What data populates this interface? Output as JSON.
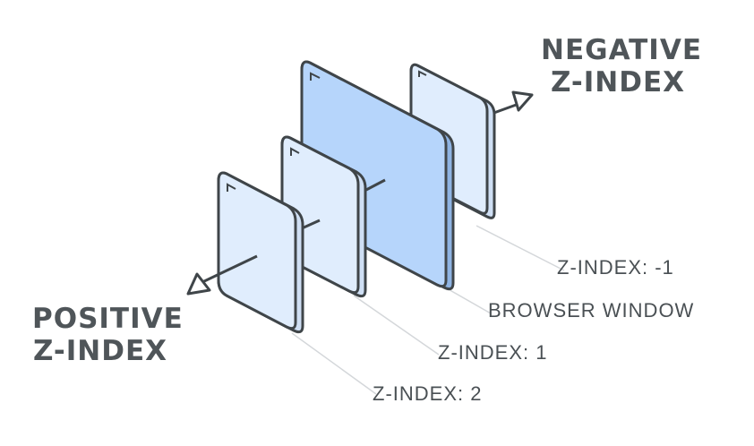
{
  "headings": {
    "negative_line1": "NEGATIVE",
    "negative_line2": "Z-INDEX",
    "positive_line1": "POSITIVE",
    "positive_line2": "Z-INDEX"
  },
  "layer_labels": {
    "negative": "Z-INDEX: -1",
    "browser": "BROWSER WINDOW",
    "one": "Z-INDEX: 1",
    "two": "Z-INDEX: 2"
  },
  "colors": {
    "outline": "#3f4549",
    "browser_fill": "#b6d5fb",
    "layer_fill": "#e0edfd",
    "layer_side": "#cfdff4",
    "leader_line": "#d4d7da",
    "heading_text": "#4f5559"
  },
  "icons": {
    "negative_arrow": "arrow-up-right-icon",
    "positive_arrow": "arrow-down-left-icon"
  }
}
